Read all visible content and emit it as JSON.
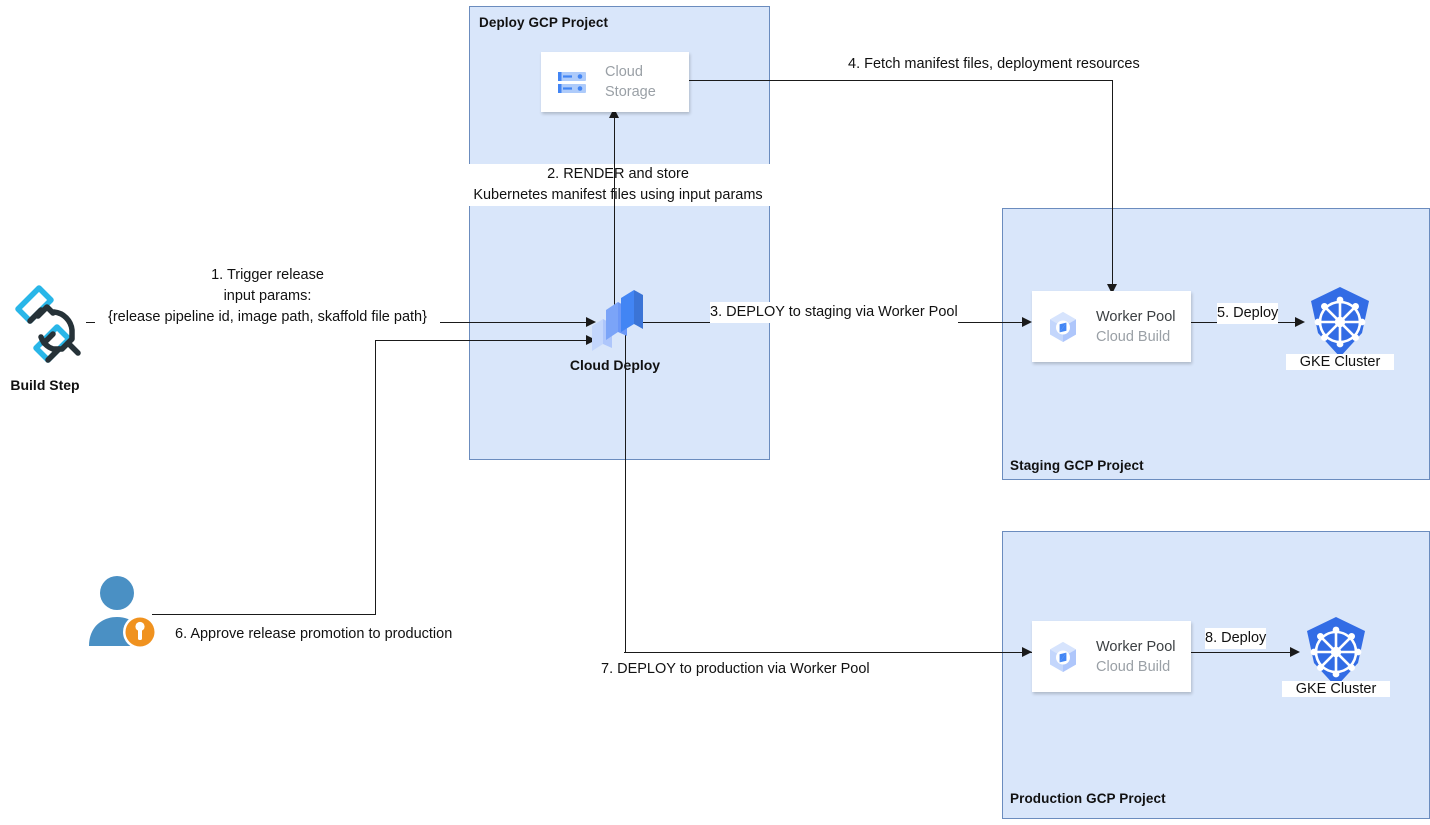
{
  "diagram": {
    "title": "Cloud Deploy pipeline with staging and production GCP projects"
  },
  "containers": [
    {
      "id": "deploy",
      "label": "Deploy GCP Project"
    },
    {
      "id": "staging",
      "label": "Staging GCP Project"
    },
    {
      "id": "production",
      "label": "Production GCP Project"
    }
  ],
  "nodes": {
    "build_step": {
      "label": "Build Step",
      "icon": "build-tool-icon"
    },
    "approver": {
      "label": "",
      "icon": "user-key-icon"
    },
    "cloud_storage": {
      "title": "Cloud",
      "subtitle": "Storage",
      "icon": "cloud-storage-icon"
    },
    "cloud_deploy": {
      "label": "Cloud Deploy",
      "icon": "cloud-deploy-icon"
    },
    "staging_worker_pool": {
      "title": "Worker Pool",
      "subtitle": "Cloud Build",
      "icon": "cloud-build-icon"
    },
    "staging_gke": {
      "label": "GKE Cluster",
      "icon": "kubernetes-icon"
    },
    "production_worker_pool": {
      "title": "Worker Pool",
      "subtitle": "Cloud Build",
      "icon": "cloud-build-icon"
    },
    "production_gke": {
      "label": "GKE Cluster",
      "icon": "kubernetes-icon"
    }
  },
  "steps": {
    "step1_line1": "1. Trigger release",
    "step1_line2": "input params:",
    "step1_line3": "{release pipeline id, image path, skaffold file path}",
    "step2_line1": "2. RENDER and store",
    "step2_line2": "Kubernetes manifest files using input params",
    "step3": "3. DEPLOY to staging via Worker Pool",
    "step4": "4. Fetch manifest files, deployment resources",
    "step5": "5. Deploy",
    "step6": "6. Approve release promotion to production",
    "step7": "7. DEPLOY to production via Worker Pool",
    "step8": "8. Deploy"
  },
  "colors": {
    "project_fill": "#d9e6fa",
    "project_border": "#6b8cbe",
    "card_bg": "#ffffff",
    "line": "#1a1a1a",
    "gcp_blue": "#4285f4",
    "kubernetes_blue": "#326ce5",
    "deploy_blue_dark": "#4285f4",
    "deploy_blue_mid": "#7ba4f8",
    "deploy_blue_light": "#c3d6fc",
    "build_cyan": "#29b6e8",
    "build_navy": "#263238",
    "user_blue": "#4a90c4",
    "key_orange": "#f0921f",
    "muted_text": "#9aa0a6"
  }
}
